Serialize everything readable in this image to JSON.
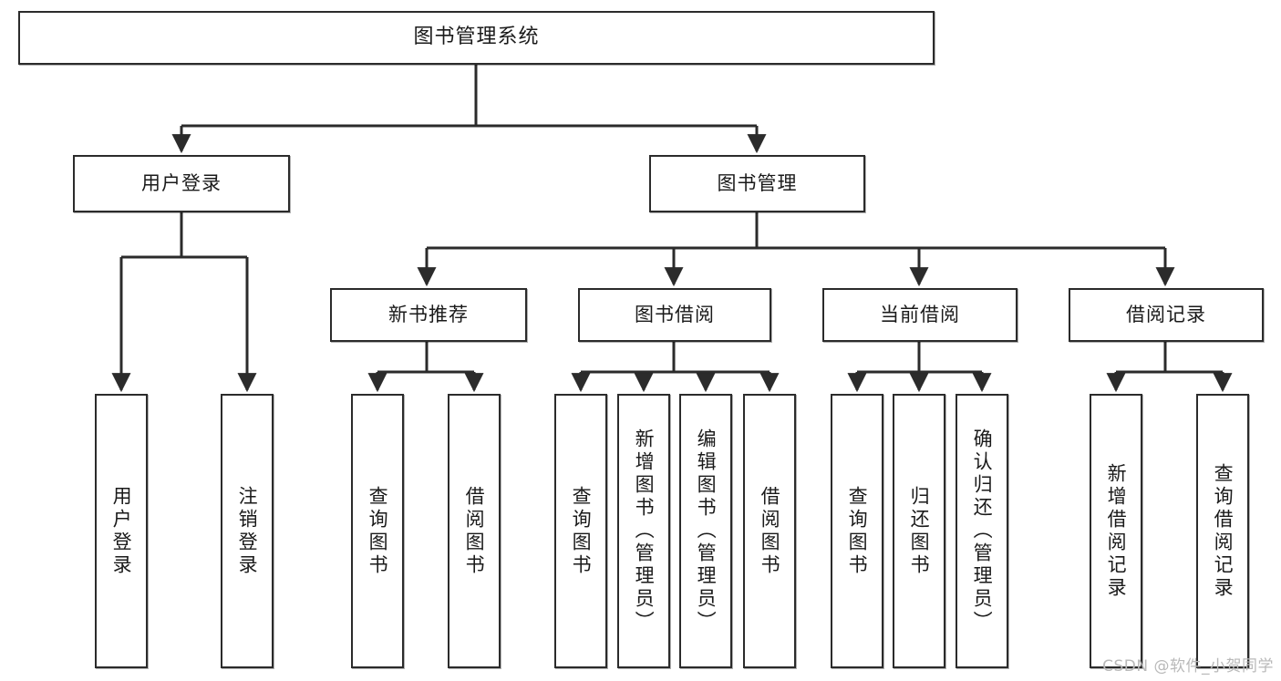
{
  "diagram": {
    "type": "tree",
    "title": "图书管理系统",
    "orientation": "top-down",
    "edge_color": "#2b2b2b",
    "node_fill": "#ffffff",
    "node_border": "#2b2b2b"
  },
  "root": {
    "label": "图书管理系统"
  },
  "level2": [
    {
      "label": "用户登录"
    },
    {
      "label": "图书管理"
    }
  ],
  "level3": [
    {
      "label": "新书推荐"
    },
    {
      "label": "图书借阅"
    },
    {
      "label": "当前借阅"
    },
    {
      "label": "借阅记录"
    }
  ],
  "leaves": {
    "user_login": [
      {
        "label": "用户登录"
      },
      {
        "label": "注销登录"
      }
    ],
    "new_book_recommend": [
      {
        "label": "查询图书"
      },
      {
        "label": "借阅图书"
      }
    ],
    "book_borrow": [
      {
        "label": "查询图书"
      },
      {
        "label": "新增图书（管理员）"
      },
      {
        "label": "编辑图书（管理员）"
      },
      {
        "label": "借阅图书"
      }
    ],
    "current_borrow": [
      {
        "label": "查询图书"
      },
      {
        "label": "归还图书"
      },
      {
        "label": "确认归还（管理员）"
      }
    ],
    "borrow_record": [
      {
        "label": "新增借阅记录"
      },
      {
        "label": "查询借阅记录"
      }
    ]
  },
  "watermark": {
    "text": "CSDN @软件_小贺同学"
  }
}
